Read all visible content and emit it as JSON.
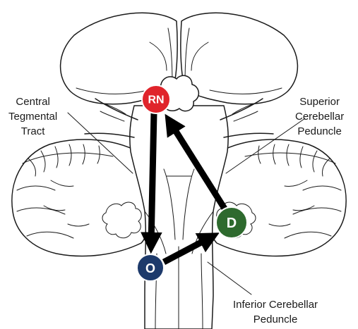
{
  "labels": {
    "central_tegmental_tract": [
      "Central",
      "Tegmental",
      "Tract"
    ],
    "superior_cerebellar_peduncle": [
      "Superior",
      "Cerebellar",
      "Peduncle"
    ],
    "inferior_cerebellar_peduncle": [
      "Inferior Cerebellar",
      "Peduncle"
    ]
  },
  "nodes": [
    {
      "id": "rn",
      "label": "RN",
      "color": "#e0242b"
    },
    {
      "id": "d",
      "label": "D",
      "color": "#2e6a2e"
    },
    {
      "id": "o",
      "label": "O",
      "color": "#1d3a6b"
    }
  ],
  "pathway_color": "#000000"
}
